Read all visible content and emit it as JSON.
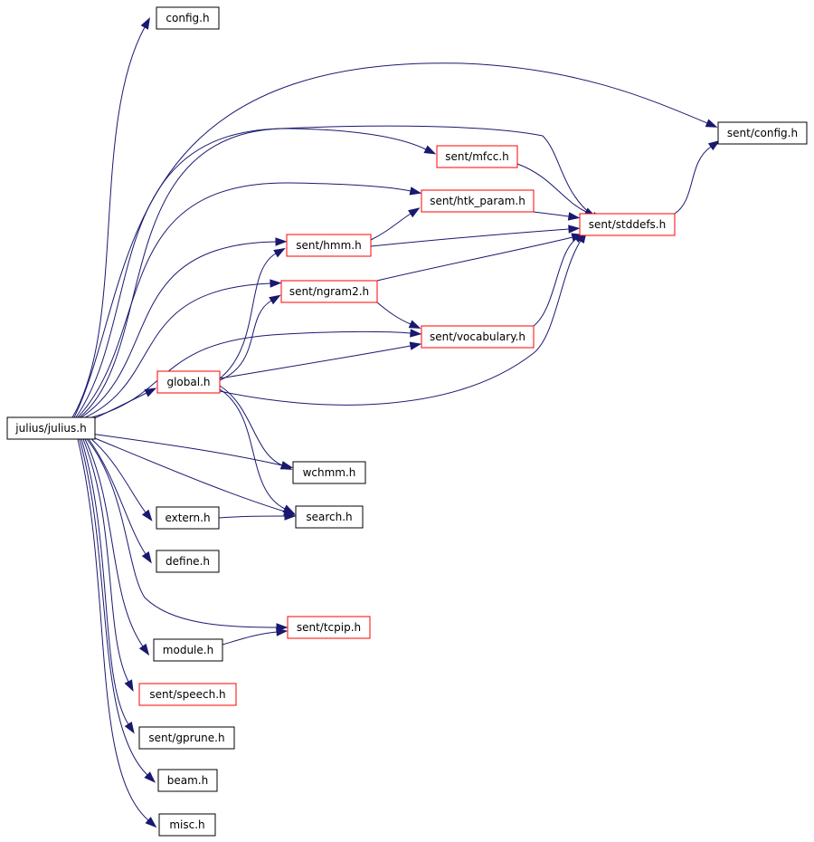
{
  "colors": {
    "edge": "#191970",
    "border_default": "#000000",
    "border_incomplete": "#ff0000",
    "root_fill": "#000000",
    "root_text": "#ffffff"
  },
  "nodes": [
    {
      "id": "root",
      "label": "julius/julius.h",
      "style": "root"
    },
    {
      "id": "config",
      "label": "config.h",
      "style": "normal"
    },
    {
      "id": "sentconfig",
      "label": "sent/config.h",
      "style": "normal"
    },
    {
      "id": "mfcc",
      "label": "sent/mfcc.h",
      "style": "incomplete"
    },
    {
      "id": "htk",
      "label": "sent/htk_param.h",
      "style": "incomplete"
    },
    {
      "id": "stddefs",
      "label": "sent/stddefs.h",
      "style": "incomplete"
    },
    {
      "id": "hmm",
      "label": "sent/hmm.h",
      "style": "incomplete"
    },
    {
      "id": "ngram",
      "label": "sent/ngram2.h",
      "style": "incomplete"
    },
    {
      "id": "vocab",
      "label": "sent/vocabulary.h",
      "style": "incomplete"
    },
    {
      "id": "global",
      "label": "global.h",
      "style": "incomplete"
    },
    {
      "id": "wchmm",
      "label": "wchmm.h",
      "style": "normal"
    },
    {
      "id": "search",
      "label": "search.h",
      "style": "normal"
    },
    {
      "id": "extern",
      "label": "extern.h",
      "style": "normal"
    },
    {
      "id": "define",
      "label": "define.h",
      "style": "normal"
    },
    {
      "id": "tcpip",
      "label": "sent/tcpip.h",
      "style": "incomplete"
    },
    {
      "id": "module",
      "label": "module.h",
      "style": "normal"
    },
    {
      "id": "speech",
      "label": "sent/speech.h",
      "style": "incomplete"
    },
    {
      "id": "gprune",
      "label": "sent/gprune.h",
      "style": "normal"
    },
    {
      "id": "beam",
      "label": "beam.h",
      "style": "normal"
    },
    {
      "id": "misc",
      "label": "misc.h",
      "style": "normal"
    }
  ],
  "edges": [
    {
      "from": "root",
      "to": "config"
    },
    {
      "from": "root",
      "to": "sentconfig"
    },
    {
      "from": "root",
      "to": "mfcc"
    },
    {
      "from": "root",
      "to": "htk"
    },
    {
      "from": "root",
      "to": "stddefs"
    },
    {
      "from": "root",
      "to": "hmm"
    },
    {
      "from": "root",
      "to": "ngram"
    },
    {
      "from": "root",
      "to": "vocab"
    },
    {
      "from": "root",
      "to": "global"
    },
    {
      "from": "root",
      "to": "wchmm"
    },
    {
      "from": "root",
      "to": "search"
    },
    {
      "from": "root",
      "to": "extern"
    },
    {
      "from": "root",
      "to": "define"
    },
    {
      "from": "root",
      "to": "tcpip"
    },
    {
      "from": "root",
      "to": "module"
    },
    {
      "from": "root",
      "to": "speech"
    },
    {
      "from": "root",
      "to": "gprune"
    },
    {
      "from": "root",
      "to": "beam"
    },
    {
      "from": "root",
      "to": "misc"
    },
    {
      "from": "mfcc",
      "to": "stddefs"
    },
    {
      "from": "htk",
      "to": "stddefs"
    },
    {
      "from": "hmm",
      "to": "htk"
    },
    {
      "from": "hmm",
      "to": "stddefs"
    },
    {
      "from": "ngram",
      "to": "stddefs"
    },
    {
      "from": "ngram",
      "to": "vocab"
    },
    {
      "from": "vocab",
      "to": "stddefs"
    },
    {
      "from": "stddefs",
      "to": "sentconfig"
    },
    {
      "from": "global",
      "to": "hmm"
    },
    {
      "from": "global",
      "to": "ngram"
    },
    {
      "from": "global",
      "to": "vocab"
    },
    {
      "from": "global",
      "to": "stddefs"
    },
    {
      "from": "global",
      "to": "wchmm"
    },
    {
      "from": "global",
      "to": "search"
    },
    {
      "from": "extern",
      "to": "search"
    },
    {
      "from": "module",
      "to": "tcpip"
    }
  ]
}
